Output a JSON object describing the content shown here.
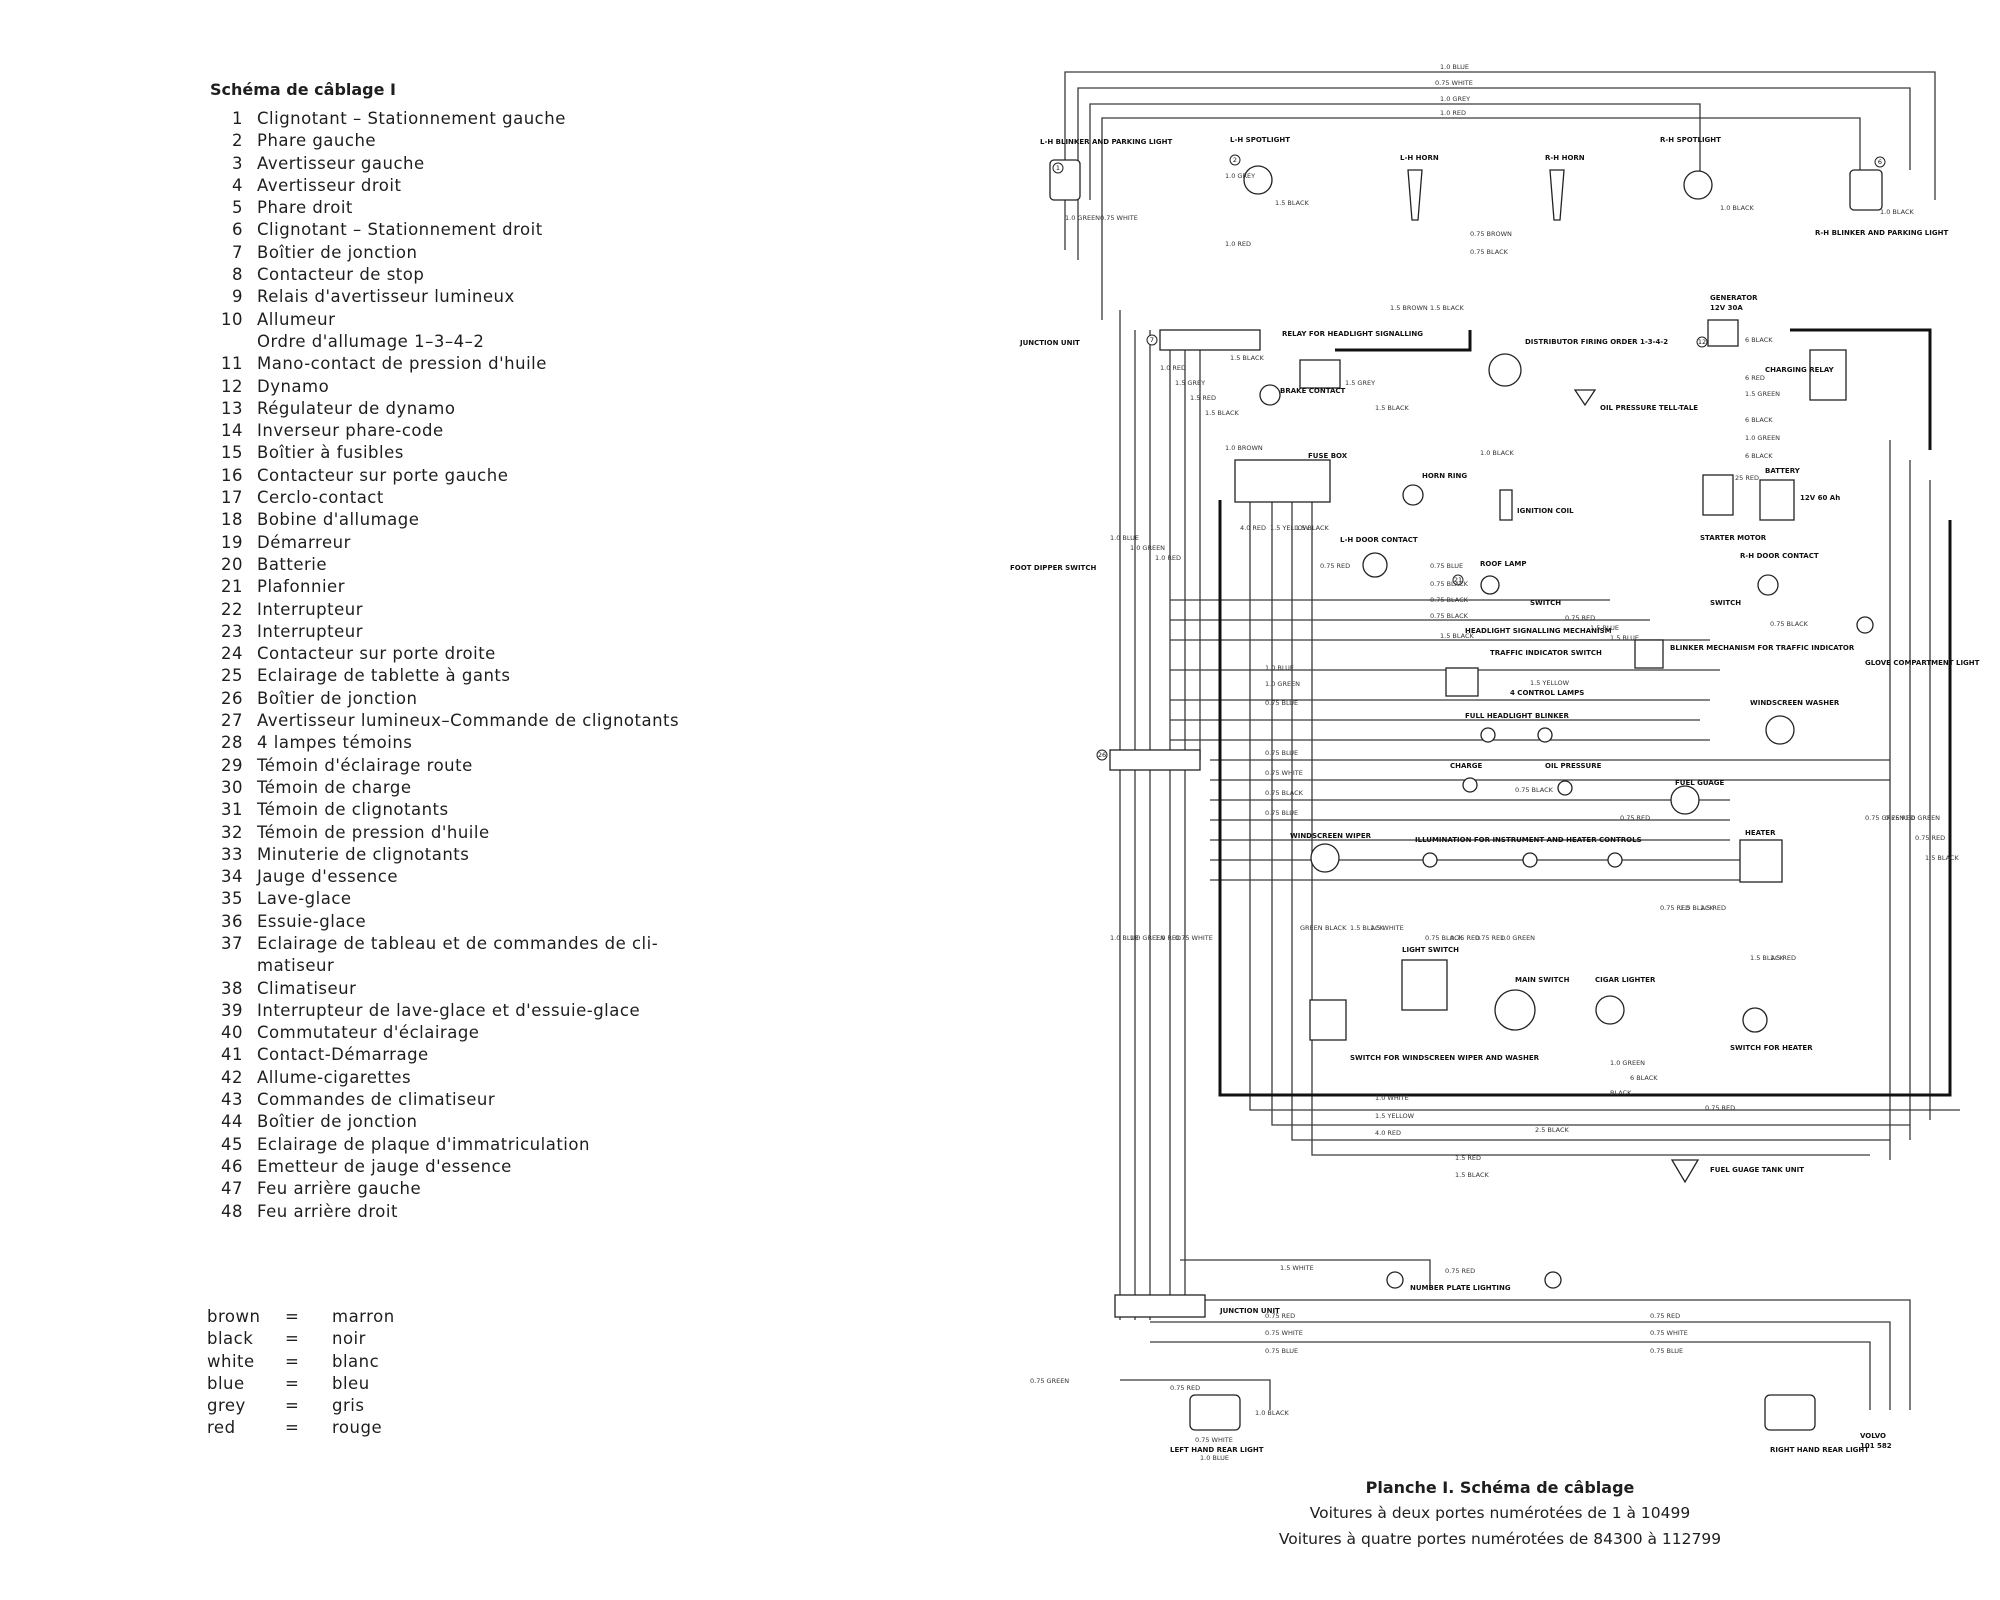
{
  "legend": {
    "title": "Schéma de câblage I",
    "items": [
      {
        "num": "1",
        "label": "Clignotant – Stationnement gauche"
      },
      {
        "num": "2",
        "label": "Phare gauche"
      },
      {
        "num": "3",
        "label": "Avertisseur gauche"
      },
      {
        "num": "4",
        "label": "Avertisseur droit"
      },
      {
        "num": "5",
        "label": "Phare droit"
      },
      {
        "num": "6",
        "label": "Clignotant – Stationnement droit"
      },
      {
        "num": "7",
        "label": "Boîtier de jonction"
      },
      {
        "num": "8",
        "label": "Contacteur de stop"
      },
      {
        "num": "9",
        "label": "Relais d'avertisseur lumineux"
      },
      {
        "num": "10",
        "label": "Allumeur"
      },
      {
        "num": "",
        "label": "Ordre d'allumage 1–3–4–2"
      },
      {
        "num": "11",
        "label": "Mano-contact de pression d'huile"
      },
      {
        "num": "12",
        "label": "Dynamo"
      },
      {
        "num": "13",
        "label": "Régulateur de dynamo"
      },
      {
        "num": "14",
        "label": "Inverseur phare-code"
      },
      {
        "num": "15",
        "label": "Boîtier à fusibles"
      },
      {
        "num": "16",
        "label": "Contacteur sur porte gauche"
      },
      {
        "num": "17",
        "label": "Cerclo-contact"
      },
      {
        "num": "18",
        "label": "Bobine d'allumage"
      },
      {
        "num": "19",
        "label": "Démarreur"
      },
      {
        "num": "20",
        "label": "Batterie"
      },
      {
        "num": "21",
        "label": "Plafonnier"
      },
      {
        "num": "22",
        "label": "Interrupteur"
      },
      {
        "num": "23",
        "label": "Interrupteur"
      },
      {
        "num": "24",
        "label": "Contacteur sur porte droite"
      },
      {
        "num": "25",
        "label": "Eclairage de tablette à gants"
      },
      {
        "num": "26",
        "label": "Boîtier de jonction"
      },
      {
        "num": "27",
        "label": "Avertisseur lumineux–Commande de clignotants"
      },
      {
        "num": "28",
        "label": "4 lampes témoins"
      },
      {
        "num": "29",
        "label": "Témoin d'éclairage route"
      },
      {
        "num": "30",
        "label": "Témoin de charge"
      },
      {
        "num": "31",
        "label": "Témoin de clignotants"
      },
      {
        "num": "32",
        "label": "Témoin de pression d'huile"
      },
      {
        "num": "33",
        "label": "Minuterie de clignotants"
      },
      {
        "num": "34",
        "label": "Jauge d'essence"
      },
      {
        "num": "35",
        "label": "Lave-glace"
      },
      {
        "num": "36",
        "label": "Essuie-glace"
      },
      {
        "num": "37",
        "label": "Eclairage de tableau et de commandes de cli-"
      },
      {
        "num": "",
        "label": "matiseur"
      },
      {
        "num": "38",
        "label": "Climatiseur"
      },
      {
        "num": "39",
        "label": "Interrupteur de lave-glace et d'essuie-glace"
      },
      {
        "num": "40",
        "label": "Commutateur d'éclairage"
      },
      {
        "num": "41",
        "label": "Contact-Démarrage"
      },
      {
        "num": "42",
        "label": "Allume-cigarettes"
      },
      {
        "num": "43",
        "label": "Commandes de climatiseur"
      },
      {
        "num": "44",
        "label": "Boîtier de jonction"
      },
      {
        "num": "45",
        "label": "Eclairage de plaque d'immatriculation"
      },
      {
        "num": "46",
        "label": "Emetteur de jauge d'essence"
      },
      {
        "num": "47",
        "label": "Feu arrière gauche"
      },
      {
        "num": "48",
        "label": "Feu arrière droit"
      }
    ]
  },
  "translations": [
    {
      "en": "brown",
      "eq": "=",
      "fr": "marron"
    },
    {
      "en": "black",
      "eq": "=",
      "fr": "noir"
    },
    {
      "en": "white",
      "eq": "=",
      "fr": "blanc"
    },
    {
      "en": "blue",
      "eq": "=",
      "fr": "bleu"
    },
    {
      "en": "grey",
      "eq": "=",
      "fr": "gris"
    },
    {
      "en": "red",
      "eq": "=",
      "fr": "rouge"
    }
  ],
  "diagram": {
    "components": {
      "lh_blinker": "L-H BLINKER AND PARKING LIGHT",
      "lh_spotlight": "L-H SPOTLIGHT",
      "lh_horn": "L-H HORN",
      "rh_horn": "R-H HORN",
      "rh_spotlight": "R-H SPOTLIGHT",
      "rh_blinker": "R-H BLINKER AND PARKING LIGHT",
      "junction_unit": "JUNCTION UNIT",
      "relay_headlight": "RELAY FOR HEADLIGHT SIGNALLING",
      "brake_contact": "BRAKE CONTACT",
      "distributor": "DISTRIBUTOR FIRING ORDER 1-3-4-2",
      "oil_pressure_telltale": "OIL PRESSURE TELL-TALE",
      "generator": "GENERATOR",
      "generator_rating": "12V 30A",
      "charging_relay": "CHARGING RELAY",
      "fuse_box": "FUSE BOX",
      "horn_ring": "HORN RING",
      "ignition_coil": "IGNITION COIL",
      "starter_motor": "STARTER MOTOR",
      "battery": "BATTERY",
      "battery_rating": "12V 60 Ah",
      "lh_door_contact": "L-H DOOR CONTACT",
      "rh_door_contact": "R-H DOOR CONTACT",
      "foot_dipper": "FOOT DIPPER SWITCH",
      "roof_lamp": "ROOF LAMP",
      "switch": "SWITCH",
      "switch2": "SWITCH",
      "glove_light": "GLOVE COMPARTMENT LIGHT",
      "headlight_mech": "HEADLIGHT SIGNALLING MECHANISM",
      "traffic_switch": "TRAFFIC INDICATOR SWITCH",
      "control_lamps": "4 CONTROL LAMPS",
      "blinker_mech": "BLINKER MECHANISM FOR TRAFFIC INDICATOR",
      "full_headlight": "FULL HEADLIGHT",
      "blinker": "BLINKER",
      "windscreen_washer": "WINDSCREEN WASHER",
      "charge": "CHARGE",
      "oil_pressure": "OIL PRESSURE",
      "fuel_gauge": "FUEL GUAGE",
      "windscreen_wiper": "WINDSCREEN WIPER",
      "illumination": "ILLUMINATION FOR INSTRUMENT AND HEATER CONTROLS",
      "heater": "HEATER",
      "light_switch": "LIGHT SWITCH",
      "main_switch": "MAIN SWITCH",
      "cigar_lighter": "CIGAR LIGHTER",
      "switch_wiper": "SWITCH FOR WINDSCREEN WIPER AND WASHER",
      "switch_heater": "SWITCH FOR HEATER",
      "fuel_tank_unit": "FUEL GUAGE TANK UNIT",
      "number_plate": "NUMBER PLATE LIGHTING",
      "junction_unit_rear": "JUNCTION UNIT",
      "left_rear": "LEFT HAND REAR LIGHT",
      "right_rear": "RIGHT HAND REAR LIGHT",
      "maker": "VOLVO",
      "code": "101 582"
    },
    "wires": {
      "w_blue_top": "1.0 BLUE",
      "w_white_top": "0.75 WHITE",
      "w_grey_top": "1.0 GREY",
      "w_red_top": "1.0 RED",
      "w_grey_spot": "1.0 GREY",
      "w_black_spot": "1.5 BLACK",
      "w_red_spot": "1.0 RED",
      "w_brown_horn": "0.75 BROWN",
      "w_black_horn": "0.75 BLACK",
      "w_black_rhs": "1.0 BLACK",
      "w_black_rhb": "1.0 BLACK",
      "w_black_junc": "1.5 BLACK",
      "w_grey_relay": "1.5 GREY",
      "w_black_gen": "6 BLACK",
      "w_red_gen": "6 RED",
      "w_green_gen": "1.5 GREEN",
      "w_black_gen2": "6 BLACK",
      "w_green_gen2": "1.0 GREEN",
      "w_black_gen3": "6 BLACK",
      "w_red_bat": "25 RED",
      "w_red_door": "0.75 RED",
      "w_blue_roof": "0.75 BLUE",
      "w_black_roof": "0.75 BLACK",
      "w_black_roof2": "0.75 BLACK",
      "w_black_roof3": "0.75 BLACK",
      "w_black_glove": "0.75 BLACK",
      "w_black_head": "1.5 BLACK",
      "w_blue_traffic": "1.0 BLUE",
      "w_yellow_traffic": "1.5 YELLOW",
      "w_green_traffic": "1.0 GREEN",
      "w_blue_traffic2": "0.75 BLUE",
      "w_blue_junc": "0.75 BLUE",
      "w_white_junc": "0.75 WHITE",
      "w_black_junc2": "0.75 BLACK",
      "w_blue_junc2": "0.75 BLUE",
      "w_black_charge": "0.75 BLACK",
      "w_red_fuel": "0.75 RED",
      "w_white_light": "1.0 WHITE",
      "w_yellow_light": "1.5 YELLOW",
      "w_red_light": "4.0 RED",
      "w_red_low": "1.5 RED",
      "w_black_low": "1.5 BLACK",
      "w_black_main": "2.5 BLACK",
      "w_green_main": "1.0 GREEN",
      "w_black_main2": "6 BLACK",
      "w_black_main3": "BLACK",
      "w_white_rear": "1.5 WHITE",
      "w_red_rear": "0.75 RED",
      "w_red_rear2": "0.75 RED",
      "w_white_rear2": "0.75 WHITE",
      "w_blue_rear": "0.75 BLUE",
      "w_red_r": "0.75 RED",
      "w_white_r": "0.75 WHITE",
      "w_blue_r": "0.75 BLUE",
      "w_green_rear": "0.75 GREEN",
      "w_red_lrear": "0.75 RED",
      "w_white_lrear": "0.75 WHITE",
      "w_black_lrear": "1.0 BLACK",
      "w_blue_lrear": "1.0 BLUE",
      "w_green_v": "1.0 GREEN",
      "w_white_v": "0.75 WHITE",
      "w_red_v": "1.0 RED",
      "w_grey_v": "1.5 GREY",
      "w_red_v2": "1.5 RED",
      "w_black_v": "1.5 BLACK",
      "w_brown_v": "1.5 BROWN",
      "w_black_v2": "1.5 BLACK",
      "w_brown_v2": "1.0 BROWN",
      "w_black_v3": "1.5 BLACK",
      "w_black_coil": "1.0 BLACK",
      "w_yellow_v": "1.5 YELLOW",
      "w_black_v4": "1.5 BLACK",
      "w_red_v3": "4.0 RED",
      "w_blue_v": "1.0 BLUE",
      "w_green_v2": "1.0 GREEN",
      "w_red_v4": "1.0 RED",
      "w_red_v5": "0.75 RED",
      "w_blue_v2": "1.5 BLUE",
      "w_blue_v3": "1.5 BLUE",
      "w_green_w": "GREEN",
      "w_black_w": "BLACK",
      "w_black_w2": "1.5 BLACK",
      "w_white_w": "1.5 WHITE",
      "w_blue_w": "1.0 BLUE",
      "w_green_w2": "1.0 GREEN",
      "w_red_w": "1.0 RED",
      "w_white_w2": "0.75 WHITE",
      "w_black_x": "0.75 BLACK",
      "w_red_x": "0.75 RED",
      "w_red_x2": "0.75 RED",
      "w_green_x": "1.0 GREEN",
      "w_red_fg": "0.75 RED",
      "w_black_fg": "1.5 BLACK",
      "w_red_fg2": "1.5 RED",
      "w_black_ht": "1.5 BLACK",
      "w_red_ht": "1.5 RED",
      "w_red_fuelt": "0.75 RED",
      "w_green_rr": "0.75 GREEN",
      "w_red_rr": "0.75 RED",
      "w_green_far": "1.0 GREEN",
      "w_red_far": "0.75 RED",
      "w_black_far": "1.5 BLACK"
    }
  },
  "caption": {
    "line1": "Planche I.  Schéma de câblage",
    "line2": "Voitures à deux portes numérotées de 1 à 10499",
    "line3": "Voitures à quatre portes numérotées de 84300 à 112799"
  }
}
